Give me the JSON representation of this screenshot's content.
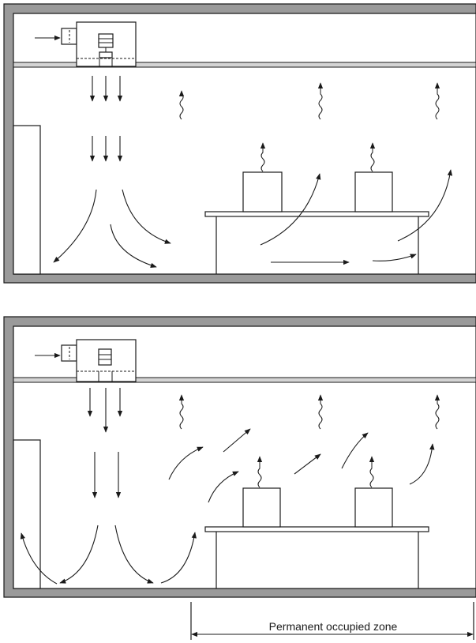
{
  "labels": {
    "occupied_zone": "Permanent occupied zone"
  },
  "panels": [
    {
      "name": "top-panel",
      "flow_pattern": "downward-supply-with-floor-spread"
    },
    {
      "name": "bottom-panel",
      "flow_pattern": "downward-supply-with-room-circulation"
    }
  ],
  "colors": {
    "wall": "#9a9a9a",
    "line": "#1a1a1a",
    "background": "#ffffff"
  }
}
